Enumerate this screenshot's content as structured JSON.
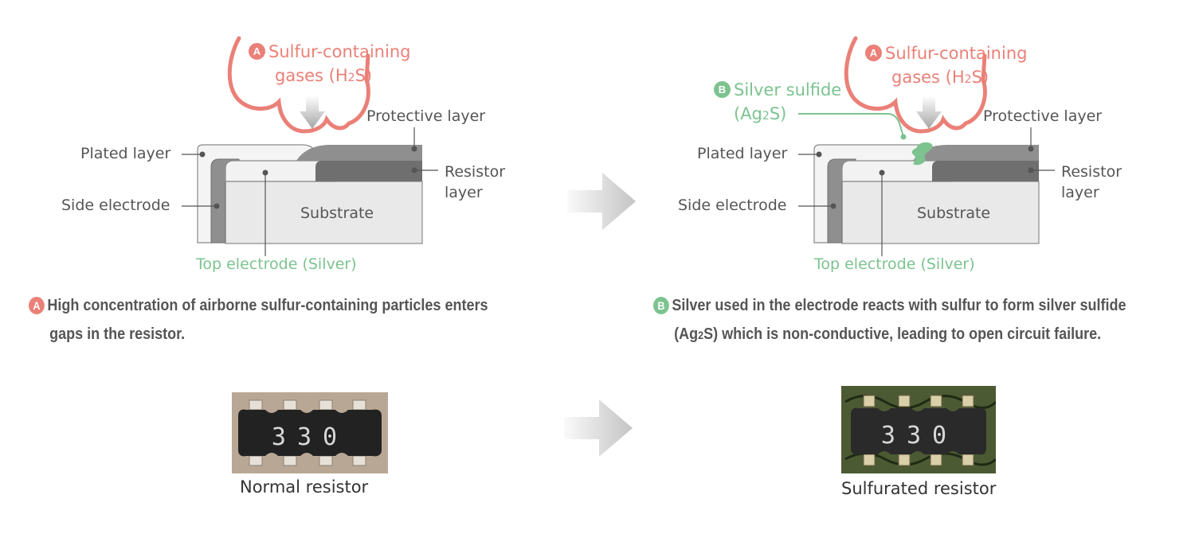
{
  "colors": {
    "gas_red": "#ea8077",
    "silver_green": "#7cc38f",
    "text_gray": "#555555"
  },
  "badges": {
    "a": "A",
    "b": "B"
  },
  "diagram_left": {
    "gas_line1": "Sulfur-containing",
    "gas_line2_prefix": "gases (H",
    "gas_line2_sub": "2",
    "gas_line2_suffix": "S)",
    "labels": {
      "protective_layer": "Protective layer",
      "plated_layer": "Plated layer",
      "resistor_layer_line1": "Resistor",
      "resistor_layer_line2": "layer",
      "side_electrode": "Side electrode",
      "substrate": "Substrate",
      "top_electrode": "Top electrode (Silver)"
    }
  },
  "diagram_right": {
    "gas_line1": "Sulfur-containing",
    "gas_line2_prefix": "gases (H",
    "gas_line2_sub": "2",
    "gas_line2_suffix": "S)",
    "silver_sulfide_line1": "Silver sulfide",
    "silver_sulfide_line2_prefix": "(Ag",
    "silver_sulfide_line2_sub": "2",
    "silver_sulfide_line2_suffix": "S)",
    "labels": {
      "protective_layer": "Protective layer",
      "plated_layer": "Plated layer",
      "resistor_layer_line1": "Resistor",
      "resistor_layer_line2": "layer",
      "side_electrode": "Side electrode",
      "substrate": "Substrate",
      "top_electrode": "Top electrode (Silver)"
    }
  },
  "captions": {
    "a_line1": "High concentration of airborne sulfur-containing particles enters",
    "a_line2": "gaps in the resistor.",
    "b_line1": "Silver used in the electrode reacts with sulfur to form silver sulfide",
    "b_line2_prefix": "(Ag",
    "b_line2_sub": "2",
    "b_line2_suffix": "S) which is non-conductive, leading to open circuit failure."
  },
  "photos": {
    "normal": {
      "marking": "330",
      "label": "Normal  resistor"
    },
    "sulfurated": {
      "marking": "330",
      "label": "Sulfurated resistor"
    }
  }
}
